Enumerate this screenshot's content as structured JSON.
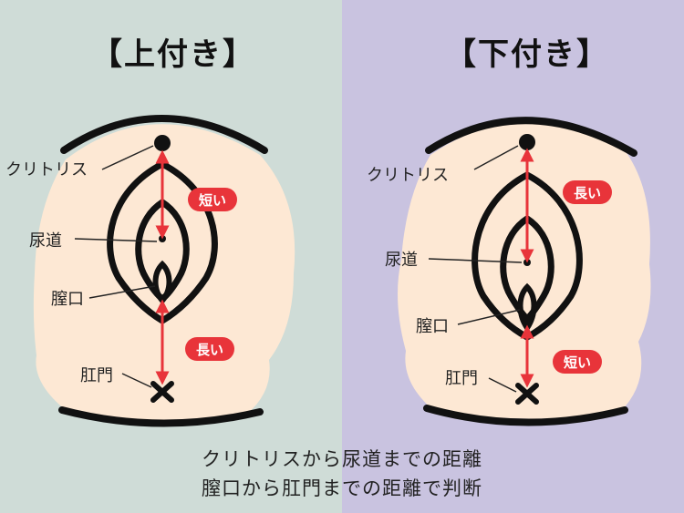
{
  "panels": {
    "left": {
      "title": "【上付き】",
      "labels": {
        "clitoris": "クリトリス",
        "urethra": "尿道",
        "vaginal_opening": "膣口",
        "anus": "肛門"
      },
      "badge_upper": "短い",
      "badge_lower": "長い",
      "background": "#cfdcd7"
    },
    "right": {
      "title": "【下付き】",
      "labels": {
        "clitoris": "クリトリス",
        "urethra": "尿道",
        "vaginal_opening": "膣口",
        "anus": "肛門"
      },
      "badge_upper": "長い",
      "badge_lower": "短い",
      "background": "#c9c3e0"
    }
  },
  "caption": {
    "line1": "クリトリスから尿道までの距離",
    "line2": "膣口から肛門までの距離で判断"
  },
  "colors": {
    "skin": "#fde8d4",
    "outline": "#111111",
    "arrow": "#e8343a",
    "badge": "#e8343a"
  }
}
